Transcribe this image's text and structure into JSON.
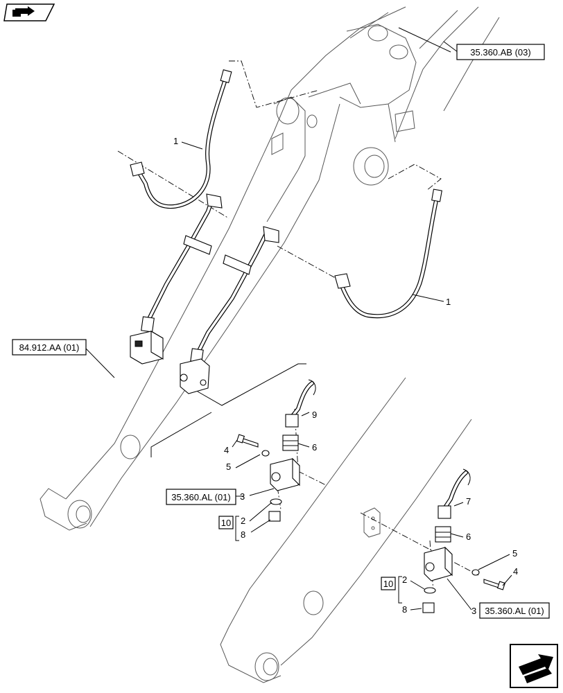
{
  "nav": {
    "top_icon": "book-arrow-icon",
    "bottom_icon": "next-page-arrow-icon"
  },
  "refs": {
    "ab03": "35.360.AB (03)",
    "aa01": "84.912.AA (01)",
    "al01_left": "35.360.AL (01)",
    "al01_right": "35.360.AL (01)",
    "kit_left": "10",
    "kit_right": "10"
  },
  "callouts": {
    "c1_top": "1",
    "c1_right": "1",
    "c9": "9",
    "c6_left": "6",
    "c4_left": "4",
    "c5_left": "5",
    "c3_left": "3",
    "c2_left": "2",
    "c8_left": "8",
    "c7": "7",
    "c6_right": "6",
    "c5_right": "5",
    "c4_right": "4",
    "c2_right": "2",
    "c8_right": "8",
    "c3_right": "3"
  }
}
